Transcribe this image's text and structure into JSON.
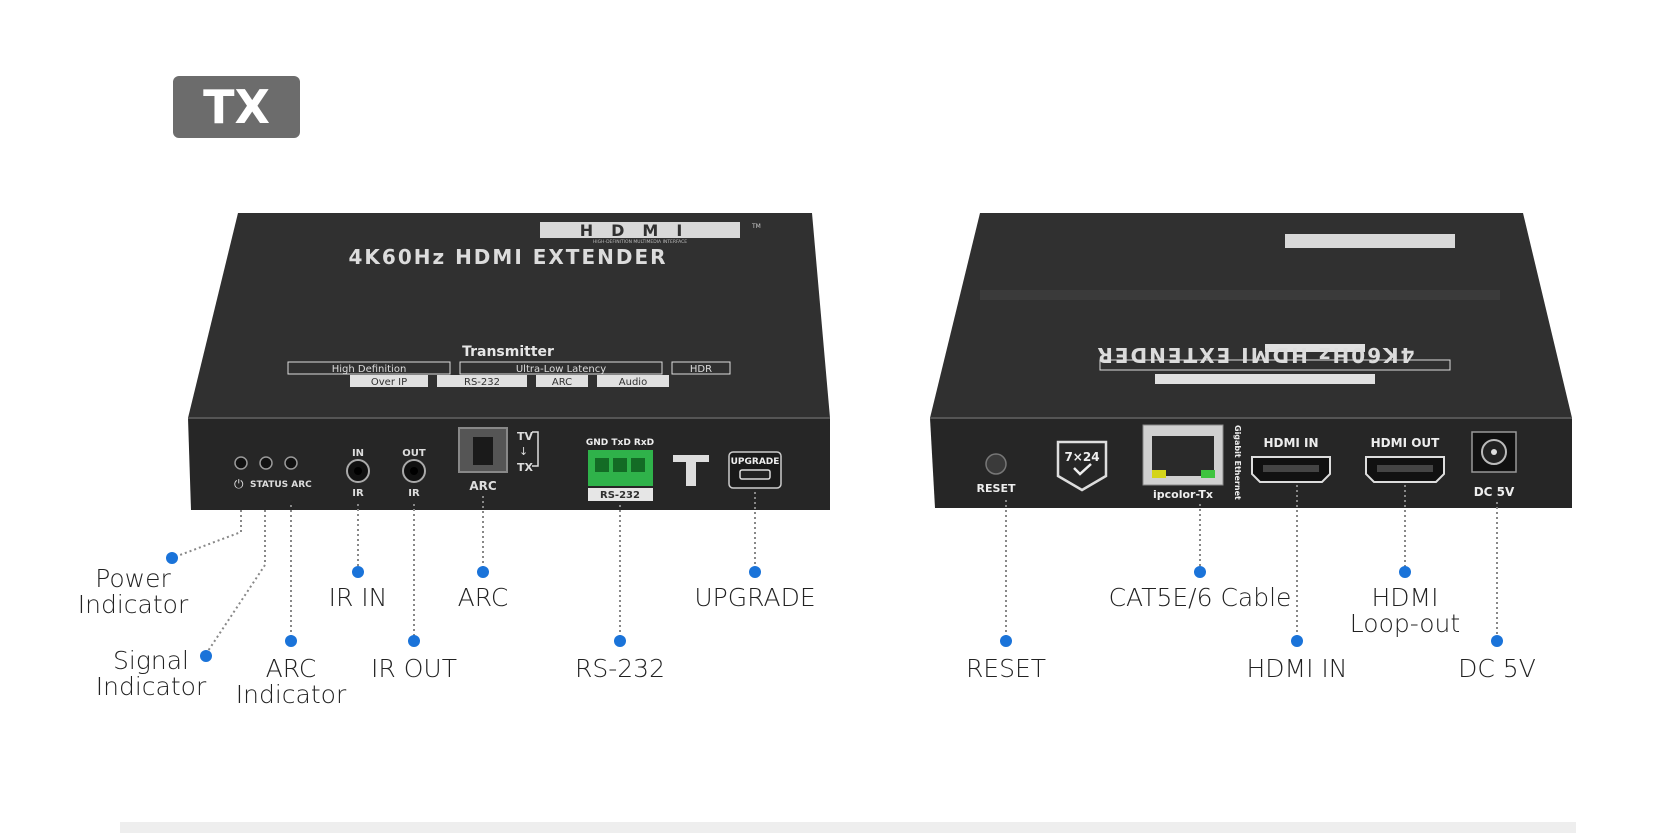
{
  "badge": {
    "label": "TX"
  },
  "tx_unit": {
    "brand": "HDMI",
    "brand_sub": "HIGH-DEFINITION MULTIMEDIA INTERFACE",
    "tm": "TM",
    "title": "4K60Hz HDMI EXTENDER",
    "subtitle": "Transmitter",
    "tags_row1": [
      "High Definition",
      "Ultra-Low Latency",
      "HDR"
    ],
    "tags_row2": [
      "Over IP",
      "RS-232",
      "ARC",
      "Audio"
    ],
    "panel": {
      "status_label": "STATUS ARC",
      "ir_in_top": "IN",
      "ir_in_bottom": "IR",
      "ir_out_top": "OUT",
      "ir_out_bottom": "IR",
      "arc_label": "ARC",
      "tv_label": "TV",
      "tx_label": "TX",
      "rs232_pins": "GND TxD RxD",
      "rs232_label": "RS-232",
      "upgrade_label": "UPGRADE"
    }
  },
  "rx_unit": {
    "panel": {
      "reset_label": "RESET",
      "service_label": "7×24",
      "ethernet_label": "ipcolor-Tx",
      "gigabit_label": "Gigabit Ethernet",
      "hdmi_in_label": "HDMI IN",
      "hdmi_out_label": "HDMI OUT",
      "dc_label": "DC 5V"
    }
  },
  "callouts": {
    "power": [
      "Power",
      "Indicator"
    ],
    "signal": [
      "Signal",
      "Indicator"
    ],
    "arc_indicator": [
      "ARC",
      "Indicator"
    ],
    "ir_in": "IR IN",
    "ir_out": "IR OUT",
    "arc": "ARC",
    "rs232": "RS-232",
    "upgrade": "UPGRADE",
    "reset": "RESET",
    "cat": "CAT5E/6 Cable",
    "hdmi_in": "HDMI IN",
    "hdmi_loop": [
      "HDMI",
      "Loop-out"
    ],
    "dc": "DC 5V"
  },
  "colors": {
    "accent_dot": "#1a73d9",
    "device_body": "#2f2f2f",
    "rs232_terminal": "#2fb24a",
    "badge_bg": "#6c6c6c"
  }
}
